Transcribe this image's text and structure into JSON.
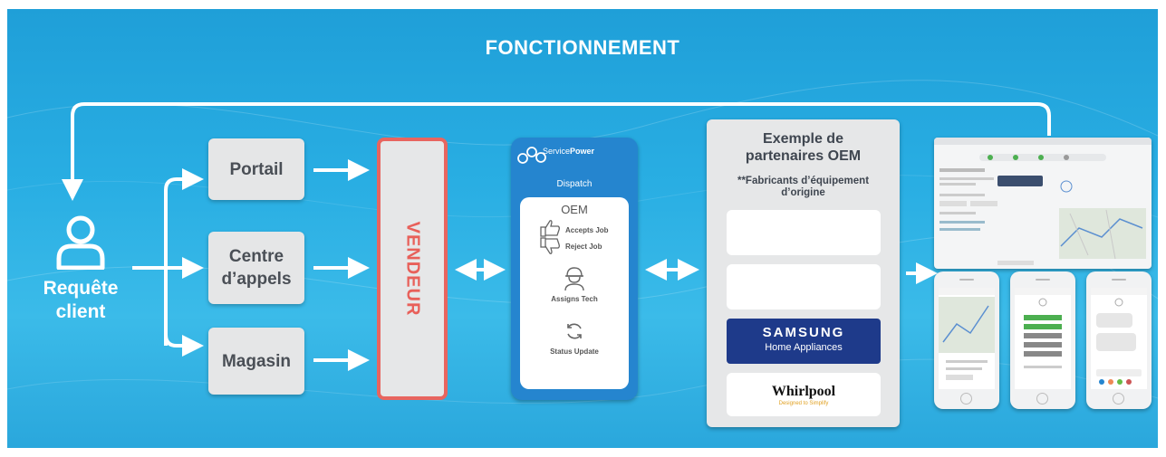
{
  "title": "FONCTIONNEMENT",
  "client": {
    "label_line1": "Requête",
    "label_line2": "client"
  },
  "channels": [
    {
      "line1": "Portail",
      "line2": ""
    },
    {
      "line1": "Centre",
      "line2": "d’appels"
    },
    {
      "line1": "Magasin",
      "line2": ""
    }
  ],
  "vendor": {
    "label": "VENDEUR"
  },
  "servicepower": {
    "logo_prefix": "Service",
    "logo_suffix": "Power",
    "dispatch": "Dispatch",
    "oem": "OEM",
    "accepts_job": "Accepts Job",
    "reject_job": "Reject Job",
    "assigns_tech": "Assigns Tech",
    "status_update": "Status Update"
  },
  "oem_partners": {
    "title_line1": "Exemple de",
    "title_line2": "partenaires OEM",
    "subtitle_line1": "**Fabricants d’équipement",
    "subtitle_line2": "d’origine",
    "samsung_name": "SAMSUNG",
    "samsung_sub": "Home Appliances",
    "whirlpool_name": "Whirlpool",
    "whirlpool_tagline": "Designed to Simplify"
  },
  "colors": {
    "background": "#29aee3",
    "vendor_border": "#e8655f",
    "servicepower": "#2585cf",
    "samsung": "#1e3a8a",
    "box_gray": "#e5e6e7"
  }
}
